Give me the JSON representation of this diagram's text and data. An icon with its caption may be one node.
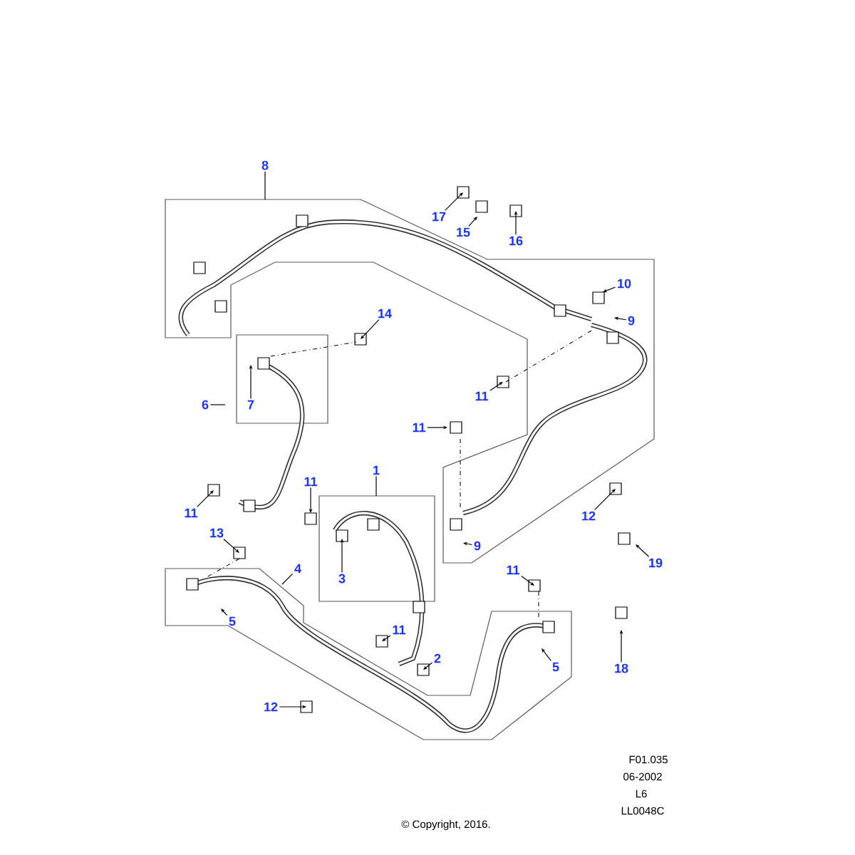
{
  "diagram": {
    "nodes": [
      {
        "text": [
          "8"
        ]
      },
      {
        "text": [
          "17"
        ]
      },
      {
        "text": [
          "15"
        ]
      },
      {
        "text": [
          "16"
        ]
      },
      {
        "text": [
          "10"
        ]
      },
      {
        "text": [
          "9"
        ]
      },
      {
        "text": [
          "14"
        ]
      },
      {
        "text": [
          "6"
        ]
      },
      {
        "text": [
          "7"
        ]
      },
      {
        "text": [
          "11"
        ]
      },
      {
        "text": [
          "11"
        ]
      },
      {
        "text": [
          "1"
        ]
      },
      {
        "text": [
          "11"
        ]
      },
      {
        "text": [
          "11"
        ]
      },
      {
        "text": [
          "13"
        ]
      },
      {
        "text": [
          "4"
        ]
      },
      {
        "text": [
          "3"
        ]
      },
      {
        "text": [
          "9"
        ]
      },
      {
        "text": [
          "12"
        ]
      },
      {
        "text": [
          "19"
        ]
      },
      {
        "text": [
          "11"
        ]
      },
      {
        "text": [
          "11"
        ]
      },
      {
        "text": [
          "2"
        ]
      },
      {
        "text": [
          "5"
        ]
      },
      {
        "text": [
          "5"
        ]
      },
      {
        "text": [
          "18"
        ]
      },
      {
        "text": [
          "12"
        ]
      }
    ],
    "edges": [
      {
        "from": 0,
        "to": null,
        "arrow": "none"
      },
      {
        "from": 1,
        "to": null,
        "arrow": "to"
      },
      {
        "from": 2,
        "to": null,
        "arrow": "to"
      },
      {
        "from": 3,
        "to": null,
        "arrow": "to"
      },
      {
        "from": 4,
        "to": null,
        "arrow": "to"
      },
      {
        "from": 5,
        "to": null,
        "arrow": "to"
      },
      {
        "from": 6,
        "to": null,
        "arrow": "to"
      },
      {
        "from": 7,
        "to": null,
        "arrow": "none"
      },
      {
        "from": 8,
        "to": null,
        "arrow": "to"
      },
      {
        "from": 9,
        "to": null,
        "arrow": "to"
      },
      {
        "from": 10,
        "to": null,
        "arrow": "to"
      },
      {
        "from": 11,
        "to": null,
        "arrow": "none"
      },
      {
        "from": 12,
        "to": null,
        "arrow": "to"
      },
      {
        "from": 13,
        "to": null,
        "arrow": "to"
      },
      {
        "from": 14,
        "to": null,
        "arrow": "to"
      },
      {
        "from": 15,
        "to": null,
        "arrow": "none"
      },
      {
        "from": 16,
        "to": null,
        "arrow": "to"
      },
      {
        "from": 17,
        "to": null,
        "arrow": "to"
      },
      {
        "from": 18,
        "to": null,
        "arrow": "to"
      },
      {
        "from": 19,
        "to": null,
        "arrow": "to"
      },
      {
        "from": 20,
        "to": null,
        "arrow": "to"
      },
      {
        "from": 21,
        "to": null,
        "arrow": "to"
      },
      {
        "from": 22,
        "to": null,
        "arrow": "to"
      },
      {
        "from": 23,
        "to": null,
        "arrow": "to"
      },
      {
        "from": 24,
        "to": null,
        "arrow": "to"
      },
      {
        "from": 25,
        "to": null,
        "arrow": "to"
      },
      {
        "from": 26,
        "to": null,
        "arrow": "to"
      }
    ],
    "labels": [
      "F01.035",
      "06-2002",
      "L6",
      "LL0048C",
      "© Copyright, 2016."
    ]
  }
}
